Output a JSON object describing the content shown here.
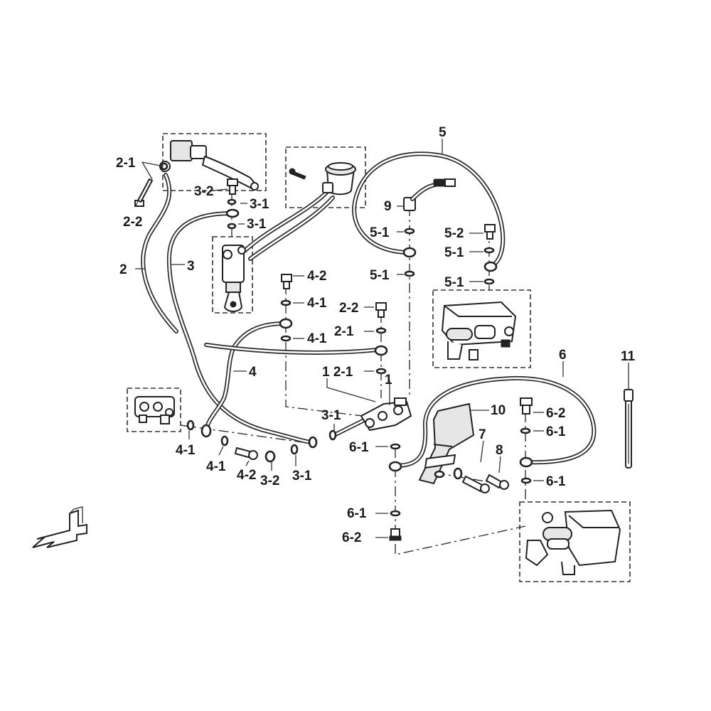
{
  "labels": {
    "l_2_1_top": "2-1",
    "l_2_2_left": "2-2",
    "l_2": "2",
    "l_3": "3",
    "l_3_2_top": "3-2",
    "l_3_1_a": "3-1",
    "l_3_1_b": "3-1",
    "l_5": "5",
    "l_9": "9",
    "l_5_1_a": "5-1",
    "l_5_1_b": "5-1",
    "l_5_2": "5-2",
    "l_5_1_c": "5-1",
    "l_5_1_d": "5-1",
    "l_4_2_top": "4-2",
    "l_4_1_a": "4-1",
    "l_4_1_b": "4-1",
    "l_2_2_mid": "2-2",
    "l_2_1_a": "2-1",
    "l_1_2_1": "1 2-1",
    "l_1": "1",
    "l_4": "4",
    "l_6": "6",
    "l_11": "11",
    "l_10": "10",
    "l_6_2_a": "6-2",
    "l_6_1_a": "6-1",
    "l_3_1_c": "3-1",
    "l_6_1_b": "6-1",
    "l_7": "7",
    "l_8": "8",
    "l_6_1_c": "6-1",
    "l_4_1_c": "4-1",
    "l_4_1_d": "4-1",
    "l_4_2_bot": "4-2",
    "l_3_2_bot": "3-2",
    "l_3_1_d": "3-1",
    "l_6_1_d": "6-1",
    "l_6_2_b": "6-2"
  },
  "icons": {
    "front_arrow": "front-direction-arrow-icon"
  }
}
